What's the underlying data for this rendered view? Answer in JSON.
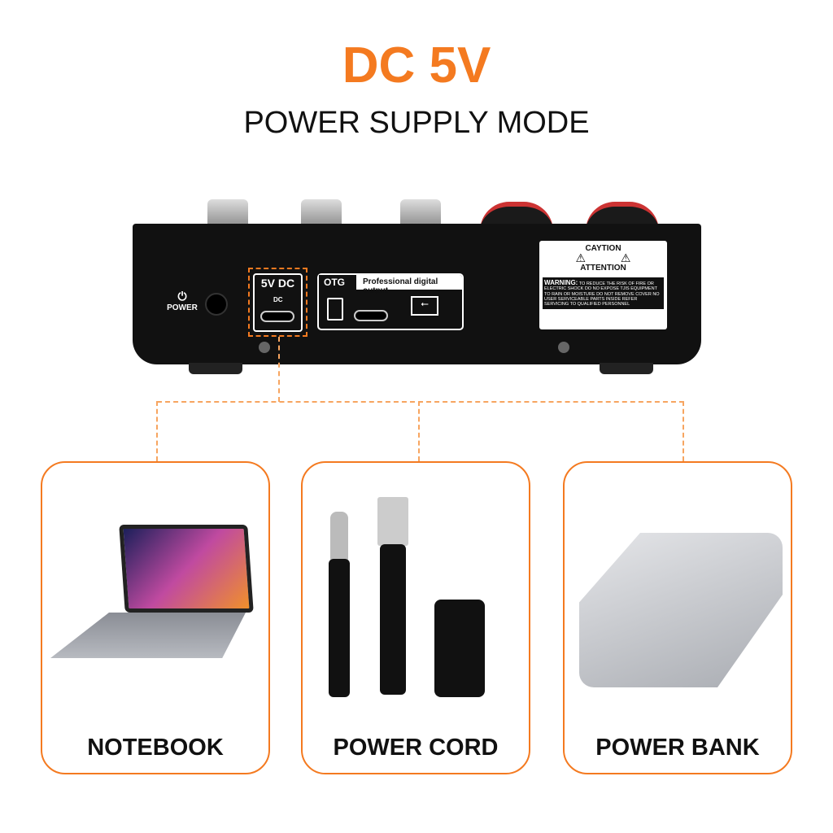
{
  "header": {
    "title": "DC 5V",
    "subtitle": "POWER SUPPLY MODE"
  },
  "device": {
    "power_label": "POWER",
    "dc_port_label": "5V DC",
    "dc_symbol": "DC",
    "otg_tag": "OTG",
    "otg_label": "Professional digital output",
    "warning": {
      "caution": "CAYTION",
      "attention": "ATTENTION",
      "warning_title": "WARNING:",
      "warning_text": "TO REDUCE THE RISK OF FIRE OR ELECTRIC SHOCK DO NO EXPOSE TJIS EQUIPMENT TO RAIN OR MOISTURE DO NOT REMOVE COVER NO USER SERVICEABLE PARTS INSIDE REFER SERVICING TO QUALIFIED PERSONNEL"
    }
  },
  "cards": [
    {
      "label": "NOTEBOOK"
    },
    {
      "label": "POWER CORD"
    },
    {
      "label": "POWER BANK"
    }
  ],
  "colors": {
    "accent": "#f47a20"
  }
}
